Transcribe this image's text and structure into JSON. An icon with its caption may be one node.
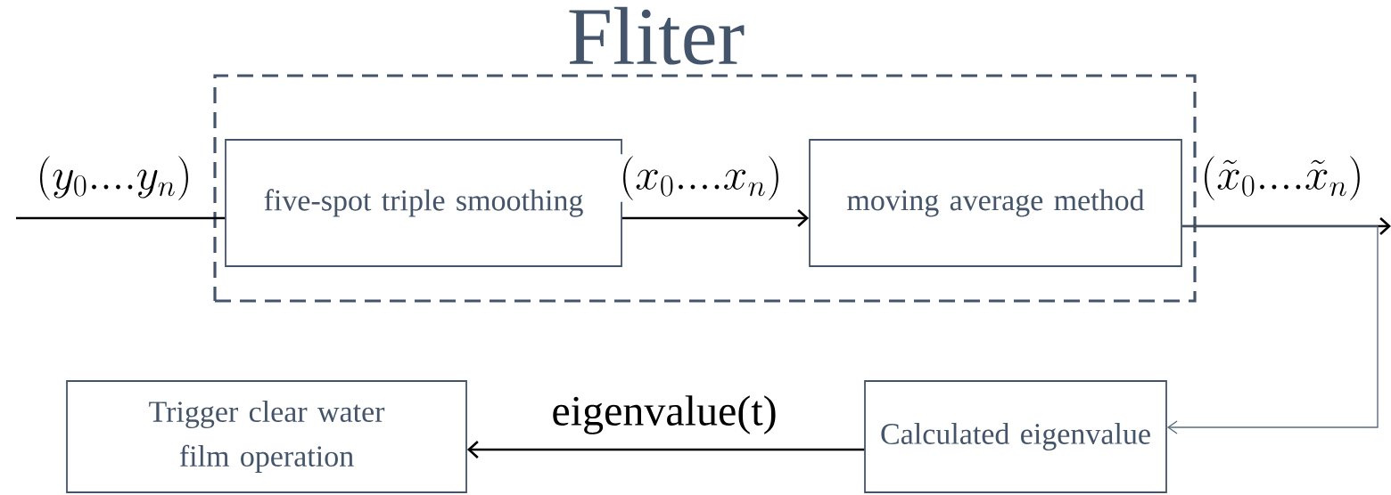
{
  "diagram": {
    "nodes": [
      {
        "text": [
          "Fliter"
        ]
      },
      {
        "text": [
          "five-spot triple smoothing"
        ],
        "in": 0
      },
      {
        "text": [
          "moving average method"
        ],
        "in": 0
      },
      {
        "text": [
          "Trigger clear water film operation"
        ]
      },
      {
        "text": [
          "Calculated eigenvalue"
        ]
      }
    ],
    "edges": [
      {
        "from": null,
        "to": 1,
        "arrow": "none",
        "label": "(y_{0}....y_{n})"
      },
      {
        "from": 1,
        "to": 2,
        "arrow": "to",
        "label": "(x_{0}....x_{n})"
      },
      {
        "from": 2,
        "to": null,
        "arrow": "to",
        "label": "(\\tilde{x}_{0}....\\tilde{x}_{n})"
      },
      {
        "from": 2,
        "to": 4,
        "arrow": "to",
        "color": "#5a6a84"
      },
      {
        "from": 4,
        "to": 3,
        "arrow": "to",
        "label": "eigenvalue(t)"
      }
    ]
  }
}
